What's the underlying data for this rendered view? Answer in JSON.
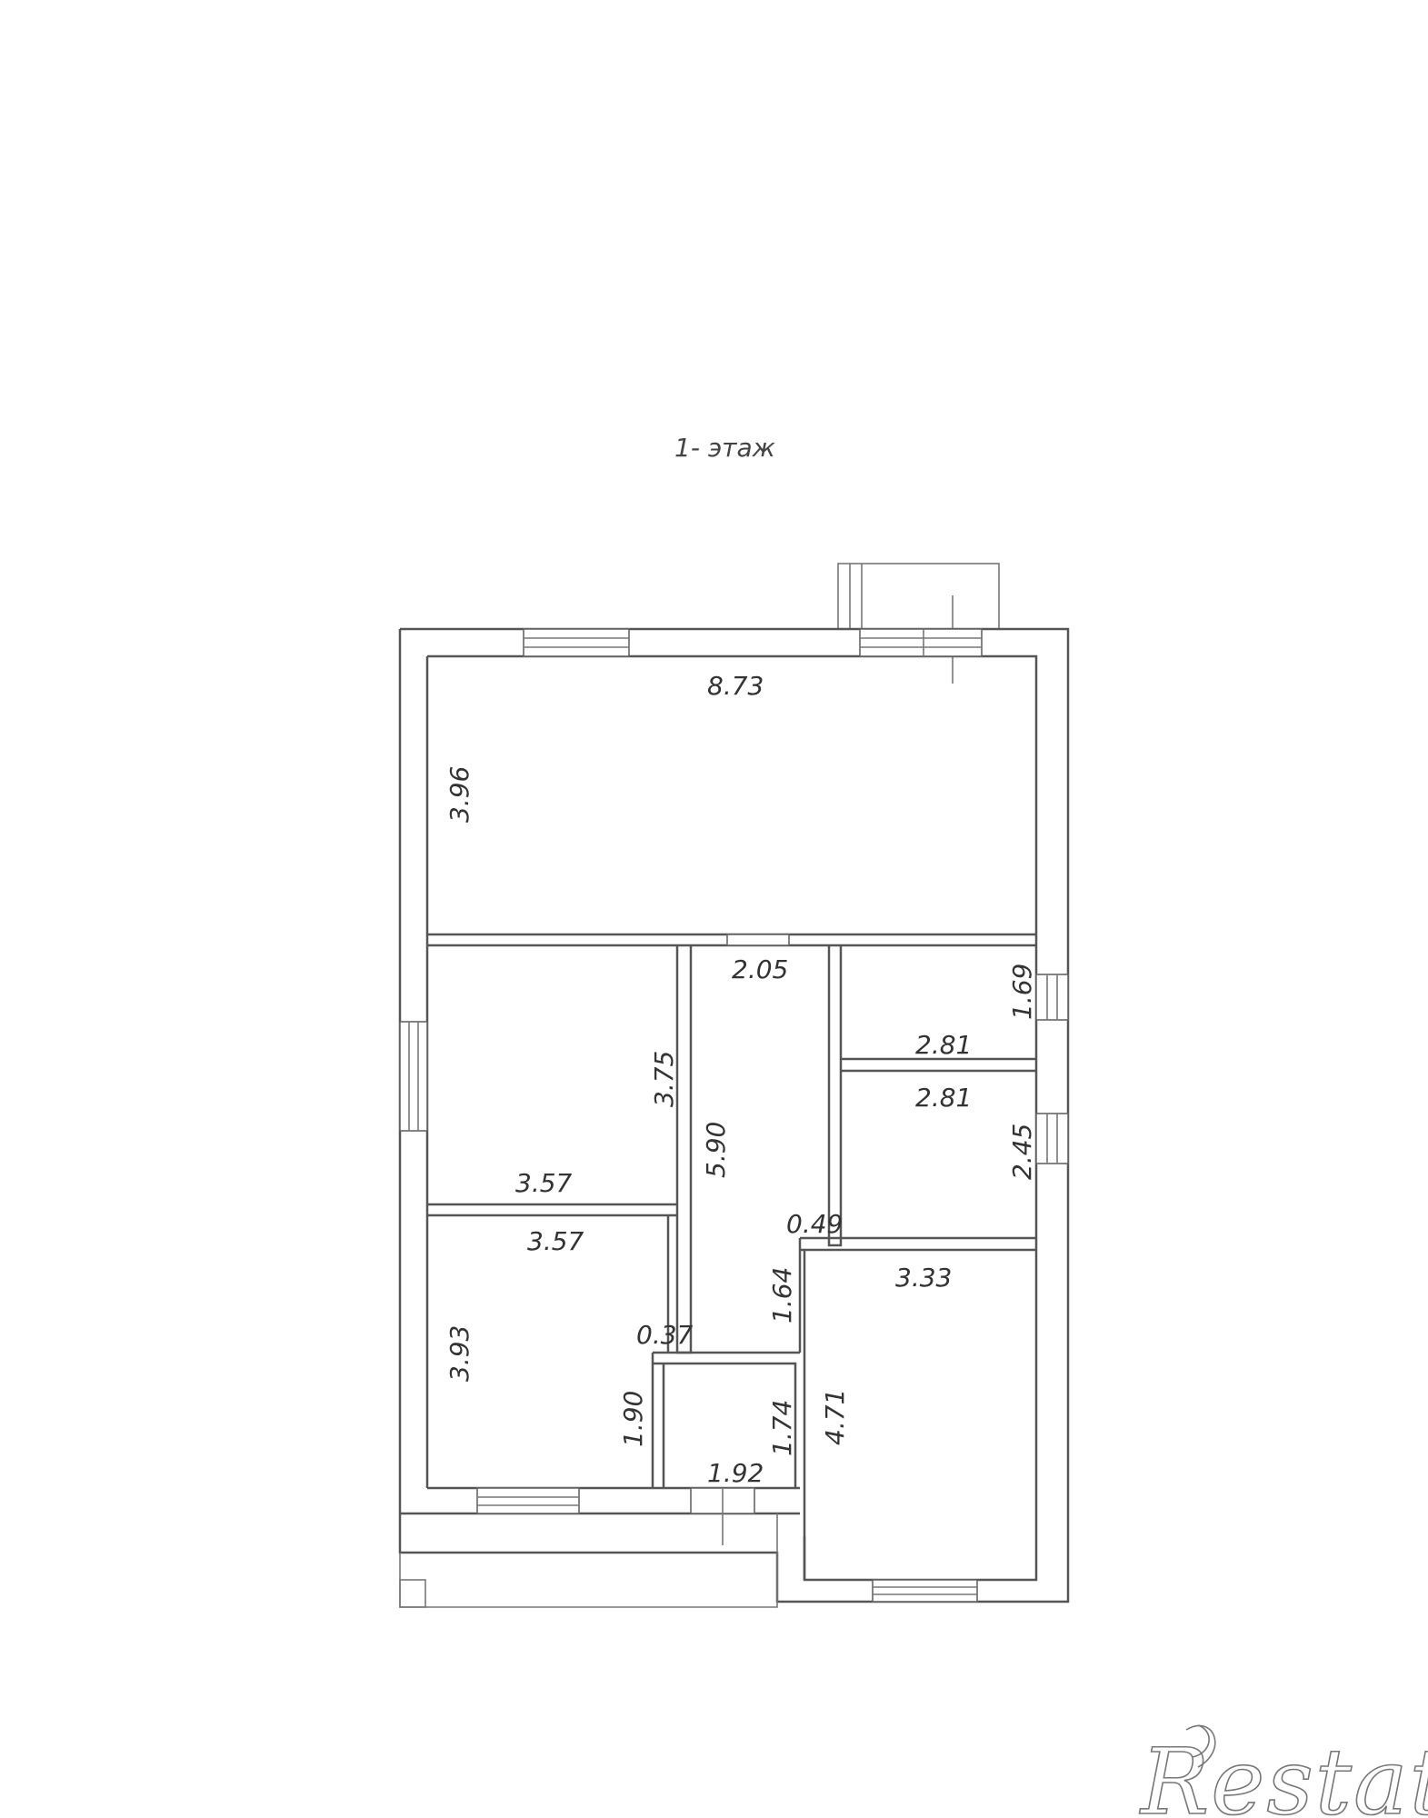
{
  "plan": {
    "title": "1- этаж",
    "dims": {
      "top_length": "8.73",
      "top_height": "3.96",
      "corridor_width": "2.05",
      "small_room_height": "1.69",
      "small_room_width": "2.81",
      "mid_room_width": "2.81",
      "mid_room_height": "2.45",
      "left_room_height": "3.75",
      "left_room_width": "3.57",
      "corridor_length": "5.90",
      "lower_left_width": "3.57",
      "offset_a": "0.49",
      "right_room_width": "3.33",
      "lower_left_height": "3.93",
      "offset_b": "0.37",
      "step_height": "1.64",
      "niche_height": "1.90",
      "bath_height": "1.74",
      "right_room_height": "4.71",
      "bath_width": "1.92"
    }
  },
  "watermark": {
    "brand": "Restate"
  }
}
